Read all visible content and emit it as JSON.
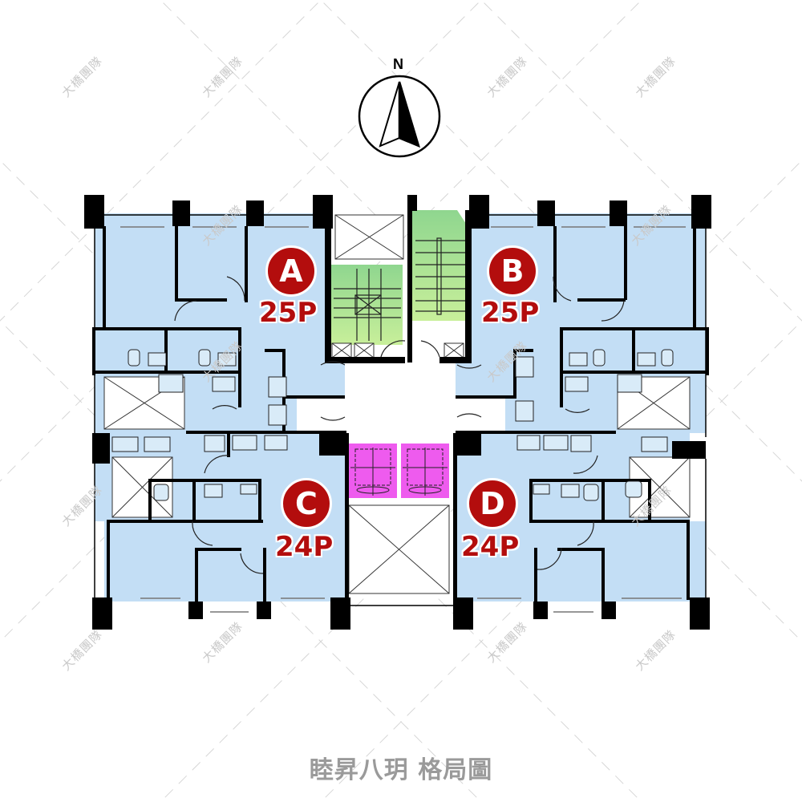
{
  "title": "睦昇八玥 格局圖",
  "compass": {
    "label": "N"
  },
  "watermark": "大橋團隊",
  "units": [
    {
      "id": "A",
      "size": "25P"
    },
    {
      "id": "B",
      "size": "25P"
    },
    {
      "id": "C",
      "size": "24P"
    },
    {
      "id": "D",
      "size": "24P"
    }
  ],
  "colors": {
    "unit_fill": "#c3def5",
    "stair_fill": "#a8dd8a",
    "elevator_fill": "#ee5bee",
    "wall": "#000000",
    "badge": "#b30d0d",
    "title": "#9a9a9a"
  }
}
